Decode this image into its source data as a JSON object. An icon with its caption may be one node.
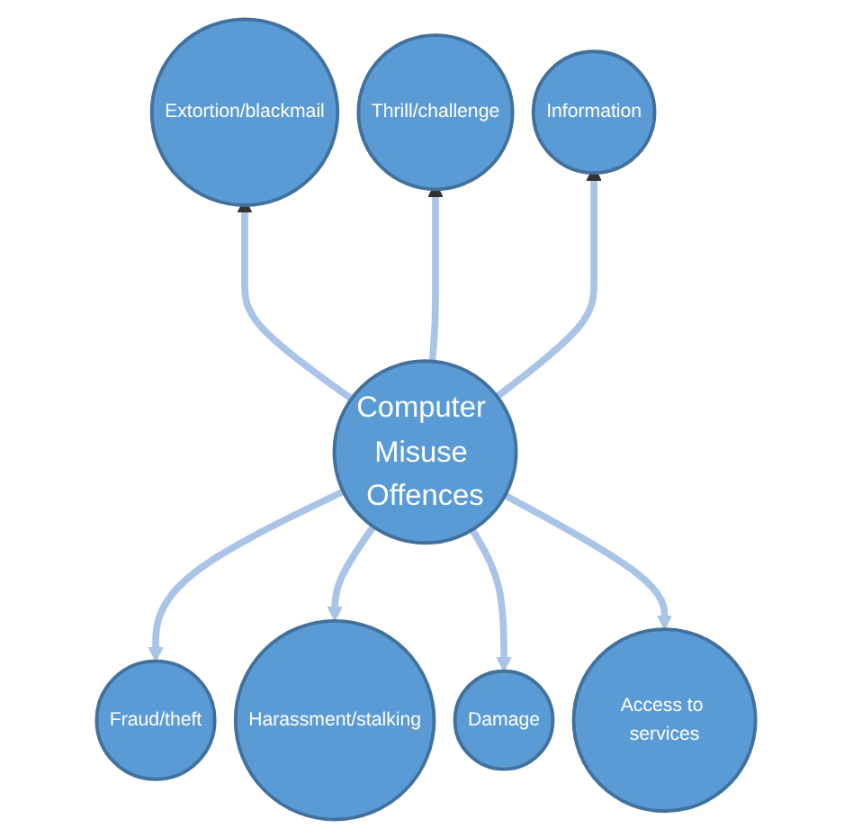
{
  "diagram": {
    "nodes": [
      {
        "text": [
          "Computer Misuse Offences"
        ]
      },
      {
        "text": [
          "Extortion/blackmail"
        ]
      },
      {
        "text": [
          "Thrill/challenge"
        ]
      },
      {
        "text": [
          "Information"
        ]
      },
      {
        "text": [
          "Fraud/theft"
        ]
      },
      {
        "text": [
          "Harassment/stalking"
        ]
      },
      {
        "text": [
          "Damage"
        ]
      },
      {
        "text": [
          "Access to services"
        ]
      }
    ],
    "edges": [
      {
        "from": 0,
        "to": 1,
        "arrow": "to"
      },
      {
        "from": 0,
        "to": 2,
        "arrow": "to"
      },
      {
        "from": 0,
        "to": 3,
        "arrow": "to"
      },
      {
        "from": 0,
        "to": 4,
        "arrow": "to"
      },
      {
        "from": 0,
        "to": 5,
        "arrow": "to"
      },
      {
        "from": 0,
        "to": 6,
        "arrow": "to"
      },
      {
        "from": 0,
        "to": 7,
        "arrow": "to"
      }
    ]
  }
}
